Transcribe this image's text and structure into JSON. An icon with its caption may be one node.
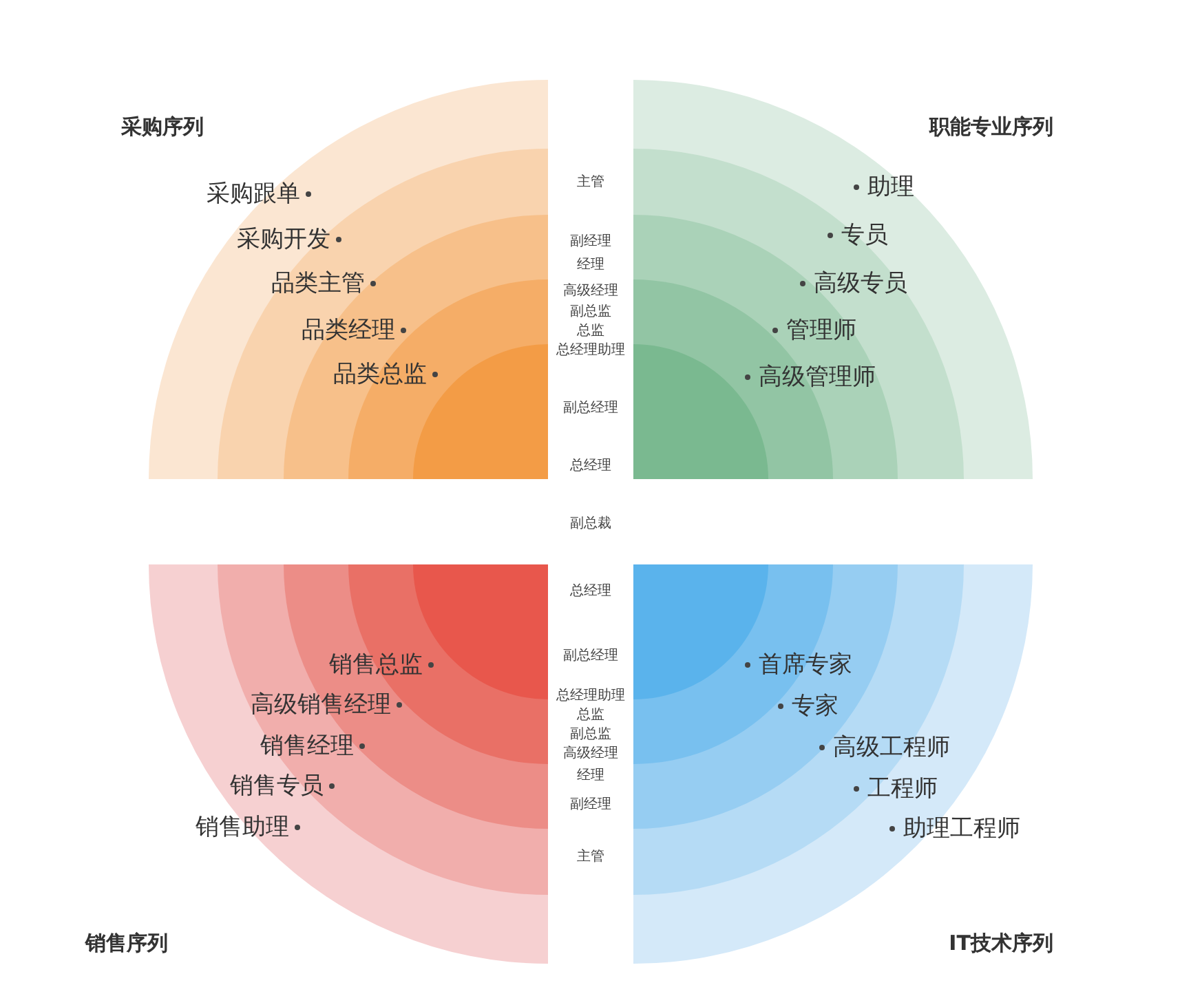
{
  "diagram": {
    "nodes": [
      {
        "text": [
          "采购序列",
          "采购跟单",
          "采购开发",
          "品类主管",
          "品类经理",
          "品类总监"
        ]
      },
      {
        "text": [
          "职能专业序列",
          "助理",
          "专员",
          "高级专员",
          "管理师",
          "高级管理师"
        ]
      },
      {
        "text": [
          "销售序列",
          "销售总监",
          "高级销售经理",
          "销售经理",
          "销售专员",
          "销售助理"
        ]
      },
      {
        "text": [
          "IT技术序列",
          "首席专家",
          "专家",
          "高级工程师",
          "工程师",
          "助理工程师"
        ]
      }
    ],
    "labels": [
      "主管",
      "副经理",
      "经理",
      "高级经理",
      "副总监",
      "总监",
      "总经理助理",
      "副总经理",
      "总经理",
      "副总裁",
      "总经理",
      "副总经理",
      "总经理助理",
      "总监",
      "副总监",
      "高级经理",
      "经理",
      "副经理",
      "主管"
    ]
  }
}
